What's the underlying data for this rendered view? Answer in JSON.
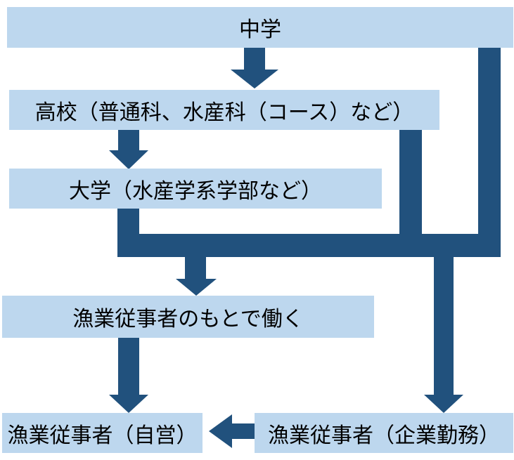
{
  "diagram": {
    "type": "flowchart",
    "language": "ja",
    "description": "Career paths to becoming a fishery worker",
    "colors": {
      "node_fill": "#BDD7EE",
      "connector": "#21517D",
      "text": "#000000",
      "background": "#FFFFFF"
    },
    "nodes": [
      {
        "id": "chugaku",
        "label": "中学"
      },
      {
        "id": "koukou",
        "label": "高校（普通科、水産科（コース）など）"
      },
      {
        "id": "daigaku",
        "label": "大学（水産学系学部など）"
      },
      {
        "id": "moto-de-hataraku",
        "label": "漁業従事者のもとで働く"
      },
      {
        "id": "jiei",
        "label": "漁業従事者（自営）"
      },
      {
        "id": "kigyo-kinmu",
        "label": "漁業従事者（企業勤務）"
      }
    ],
    "edges": [
      {
        "from": "chugaku",
        "to": "koukou",
        "style": "arrow-down"
      },
      {
        "from": "koukou",
        "to": "daigaku",
        "style": "arrow-down"
      },
      {
        "from": "daigaku",
        "to": "junction-bar",
        "style": "bar"
      },
      {
        "from": "koukou",
        "to": "junction-bar",
        "style": "bar"
      },
      {
        "from": "chugaku",
        "to": "junction-bar",
        "style": "bar"
      },
      {
        "from": "junction-bar",
        "to": "moto-de-hataraku",
        "style": "arrow-down"
      },
      {
        "from": "junction-bar",
        "to": "kigyo-kinmu",
        "style": "arrow-down"
      },
      {
        "from": "moto-de-hataraku",
        "to": "jiei",
        "style": "arrow-down"
      },
      {
        "from": "kigyo-kinmu",
        "to": "jiei",
        "style": "arrow-left"
      }
    ]
  }
}
